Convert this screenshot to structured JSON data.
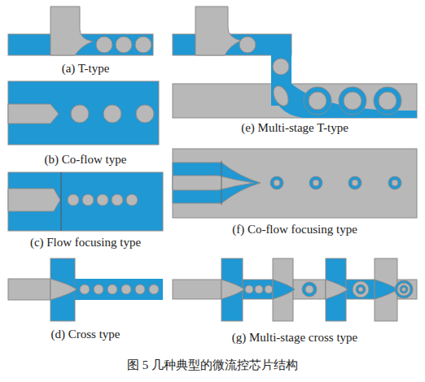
{
  "diagram": {
    "caption": "图 5 几种典型的微流控芯片结构",
    "labels": [
      "(a) T-type",
      "(b) Co-flow type",
      "(c) Flow focusing type",
      "(d) Cross type",
      "(e) Multi-stage T-type",
      "(f) Co-flow focusing type",
      "(g) Multi-stage cross type"
    ]
  }
}
